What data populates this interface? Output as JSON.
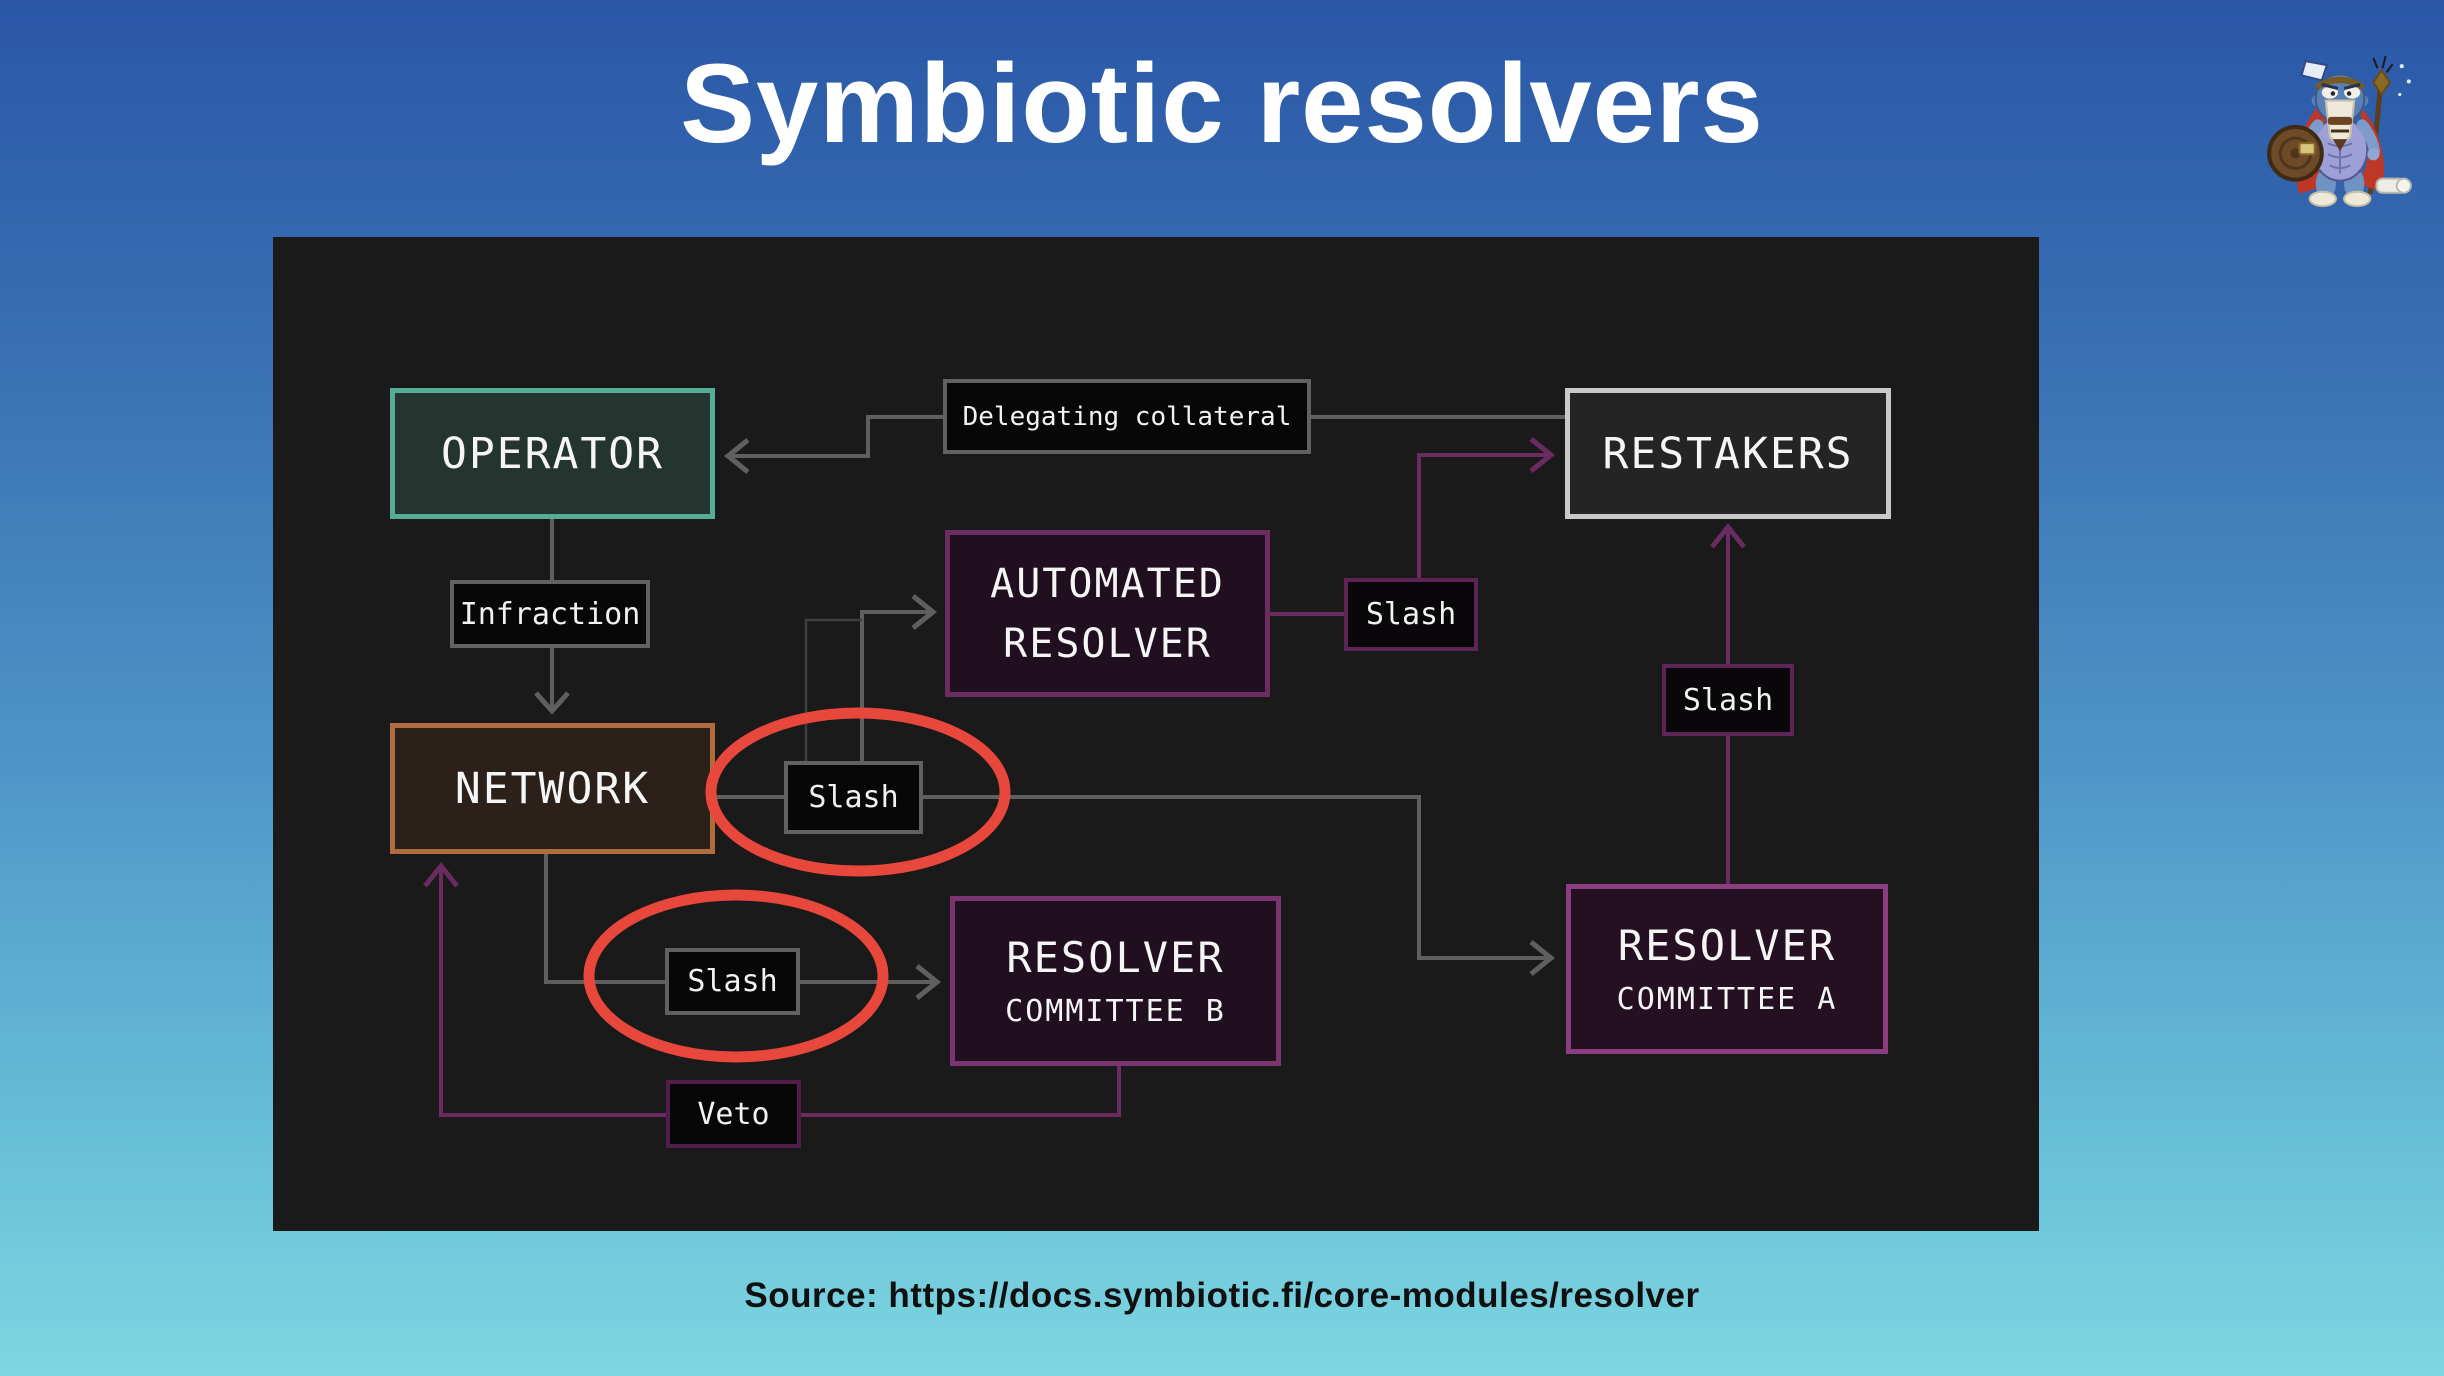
{
  "slide": {
    "title": "Symbiotic resolvers",
    "source": "Source: https://docs.symbiotic.fi/core-modules/resolver"
  },
  "diagram": {
    "nodes": {
      "operator": {
        "label": "OPERATOR"
      },
      "restakers": {
        "label": "RESTAKERS"
      },
      "network": {
        "label": "NETWORK"
      },
      "automated_resolver": {
        "line1": "AUTOMATED",
        "line2": "RESOLVER"
      },
      "resolver_committee_b": {
        "line1": "RESOLVER",
        "line2": "COMMITTEE B"
      },
      "resolver_committee_a": {
        "line1": "RESOLVER",
        "line2": "COMMITTEE A"
      }
    },
    "edge_labels": {
      "delegating_collateral": "Delegating collateral",
      "infraction": "Infraction",
      "slash_network_right": "Slash",
      "slash_network_bottom": "Slash",
      "slash_to_restakers": "Slash",
      "slash_committee_a": "Slash",
      "veto": "Veto"
    },
    "colors": {
      "panel_background": "#1A1A1A",
      "operator_border": "#55AD95",
      "restakers_border": "#C9C9C9",
      "network_border": "#B06C3E",
      "automated_resolver_border": "#6B2C62",
      "committee_b_border": "#7A3570",
      "committee_a_border": "#8C3C80",
      "gray_box_border": "#616161",
      "purple_box_border": "#5E2456",
      "gray_line": "#5F5F5F",
      "purple_line": "#692B60",
      "red_annotation": "#E8483B",
      "background_top": "#2A57A7",
      "background_bottom": "#7DD6E0"
    }
  }
}
